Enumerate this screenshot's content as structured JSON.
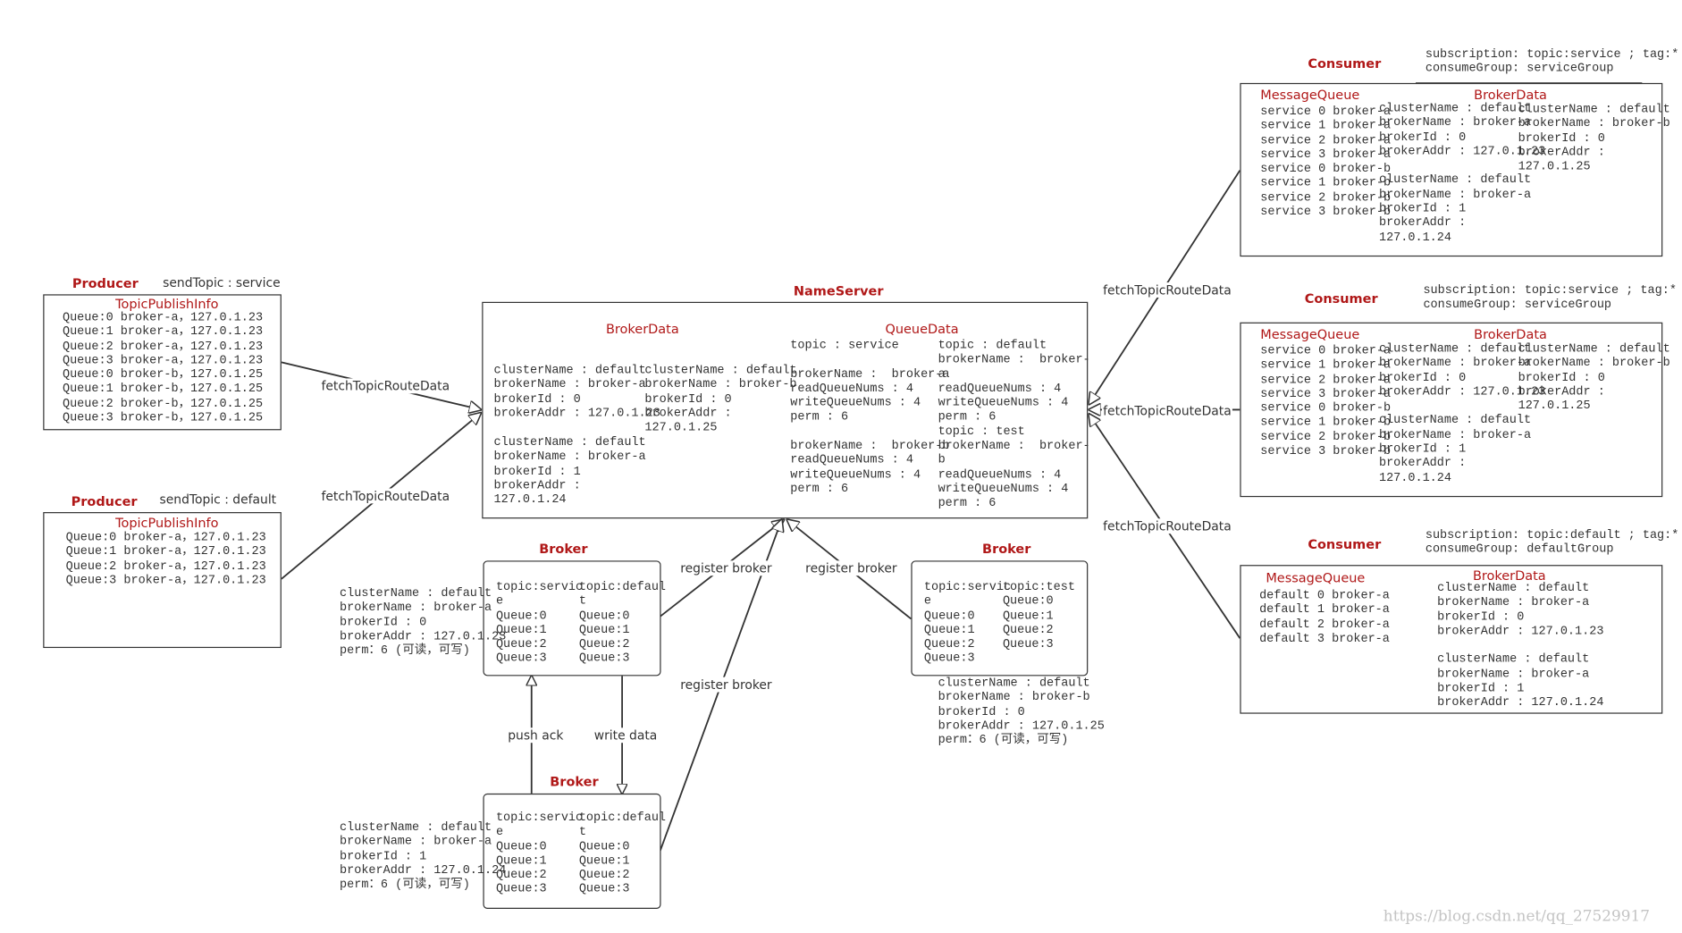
{
  "producers": [
    {
      "title": "Producer",
      "send_topic": "sendTopic : service",
      "info_title": "TopicPublishInfo",
      "queues": "Queue:0 broker-a，127.0.1.23\nQueue:1 broker-a，127.0.1.23\nQueue:2 broker-a，127.0.1.23\nQueue:3 broker-a，127.0.1.23\nQueue:0 broker-b，127.0.1.25\nQueue:1 broker-b，127.0.1.25\nQueue:2 broker-b，127.0.1.25\nQueue:3 broker-b，127.0.1.25"
    },
    {
      "title": "Producer",
      "send_topic": "sendTopic : default",
      "info_title": "TopicPublishInfo",
      "queues": "Queue:0 broker-a，127.0.1.23\nQueue:1 broker-a，127.0.1.23\nQueue:2 broker-a，127.0.1.23\nQueue:3 broker-a，127.0.1.23"
    }
  ],
  "nameserver": {
    "title": "NameServer",
    "broker_data_title": "BrokerData",
    "queue_data_title": "QueueData",
    "broker_a_master": "clusterName : default\nbrokerName : broker-a\nbrokerId : 0\nbrokerAddr : 127.0.1.23",
    "broker_a_slave": "clusterName : default\nbrokerName : broker-a\nbrokerId : 1\nbrokerAddr :\n127.0.1.24",
    "broker_b": "clusterName : default\nbrokerName : broker-b\nbrokerId : 0\nbrokerAddr :\n127.0.1.25",
    "queue_service": "topic : service\n\nbrokerName :  broker-a\nreadQueueNums : 4\nwriteQueueNums : 4\nperm : 6\n\nbrokerName :  broker-b\nreadQueueNums : 4\nwriteQueueNums : 4\nperm : 6",
    "queue_others": "topic : default\nbrokerName :  broker-\na\nreadQueueNums : 4\nwriteQueueNums : 4\nperm : 6\ntopic : test\nbrokerName :  broker-\nb\nreadQueueNums : 4\nwriteQueueNums : 4\nperm : 6"
  },
  "brokers": [
    {
      "title": "Broker",
      "col1": "topic:servic\ne\nQueue:0\nQueue:1\nQueue:2\nQueue:3",
      "col2": "topic:defaul\nt\nQueue:0\nQueue:1\nQueue:2\nQueue:3",
      "info": "clusterName : default\nbrokerName : broker-a\nbrokerId : 0\nbrokerAddr : 127.0.1.23\nperm：6 (可读，可写)"
    },
    {
      "title": "Broker",
      "col1": "topic:servic\ne\nQueue:0\nQueue:1\nQueue:2\nQueue:3",
      "col2": "topic:test\nQueue:0\nQueue:1\nQueue:2\nQueue:3",
      "info": "clusterName : default\nbrokerName : broker-b\nbrokerId : 0\nbrokerAddr : 127.0.1.25\nperm：6 (可读，可写)"
    },
    {
      "title": "Broker",
      "col1": "topic:servic\ne\nQueue:0\nQueue:1\nQueue:2\nQueue:3",
      "col2": "topic:defaul\nt\nQueue:0\nQueue:1\nQueue:2\nQueue:3",
      "info": "clusterName : default\nbrokerName : broker-a\nbrokerId : 1\nbrokerAddr : 127.0.1.24\nperm：6 (可读，可写)"
    }
  ],
  "consumers": [
    {
      "title": "Consumer",
      "subscription": "subscription: topic:service ; tag:*\nconsumeGroup: serviceGroup",
      "mq_title": "MessageQueue",
      "bd_title": "BrokerData",
      "queues": "service 0 broker-a\nservice 1 broker-a\nservice 2 broker-a\nservice 3 broker-a\nservice 0 broker-b\nservice 1 broker-b\nservice 2 broker-b\nservice 3 broker-b",
      "bd_col1": "clusterName : default\nbrokerName : broker-a\nbrokerId : 0\nbrokerAddr : 127.0.1.23\n\nclusterName : default\nbrokerName : broker-a\nbrokerId : 1\nbrokerAddr :\n127.0.1.24",
      "bd_col2": "clusterName : default\nbrokerName : broker-b\nbrokerId : 0\nbrokerAddr :\n127.0.1.25"
    },
    {
      "title": "Consumer",
      "subscription": "subscription: topic:service ; tag:*\nconsumeGroup: serviceGroup",
      "mq_title": "MessageQueue",
      "bd_title": "BrokerData",
      "queues": "service 0 broker-a\nservice 1 broker-a\nservice 2 broker-a\nservice 3 broker-a\nservice 0 broker-b\nservice 1 broker-b\nservice 2 broker-b\nservice 3 broker-b",
      "bd_col1": "clusterName : default\nbrokerName : broker-a\nbrokerId : 0\nbrokerAddr : 127.0.1.23\n\nclusterName : default\nbrokerName : broker-a\nbrokerId : 1\nbrokerAddr :\n127.0.1.24",
      "bd_col2": "clusterName : default\nbrokerName : broker-b\nbrokerId : 0\nbrokerAddr :\n127.0.1.25"
    },
    {
      "title": "Consumer",
      "subscription": "subscription: topic:default ; tag:*\nconsumeGroup: defaultGroup",
      "mq_title": "MessageQueue",
      "bd_title": "BrokerData",
      "queues": "default 0 broker-a\ndefault 1 broker-a\ndefault 2 broker-a\ndefault 3 broker-a",
      "bd_col1": "clusterName : default\nbrokerName : broker-a\nbrokerId : 0\nbrokerAddr : 127.0.1.23\n\nclusterName : default\nbrokerName : broker-a\nbrokerId : 1\nbrokerAddr : 127.0.1.24"
    }
  ],
  "edges": {
    "fetch_route": "fetchTopicRouteData",
    "register_broker": "register broker",
    "push_ack": "push ack",
    "write_data": "write data"
  },
  "watermark": "https://blog.csdn.net/qq_27529917"
}
